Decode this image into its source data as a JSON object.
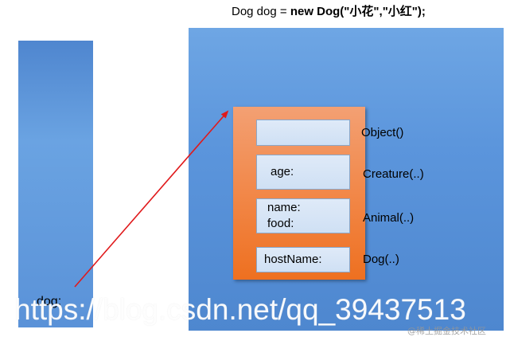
{
  "code": {
    "prefix": "Dog dog = ",
    "emphasis": "new Dog(\"小花\",\"小红\");"
  },
  "stack": {
    "variable": "dog:"
  },
  "heap": {
    "slots": {
      "object": "",
      "creature": "age:",
      "animal_name": "name:",
      "animal_food": "food:",
      "dog": "hostName:"
    },
    "constructors": {
      "object": "Object()",
      "creature": "Creature(..)",
      "animal": "Animal(..)",
      "dog": "Dog(..)"
    }
  },
  "watermarks": {
    "main": "https://blog.csdn.net/qq_39437513",
    "corner": "@稀土掘金技术社区"
  },
  "colors": {
    "memory_area": "#5b95dc",
    "object_box": "#f28a4d",
    "slot_fill": "#dfeaf8",
    "arrow": "#e0191b"
  }
}
